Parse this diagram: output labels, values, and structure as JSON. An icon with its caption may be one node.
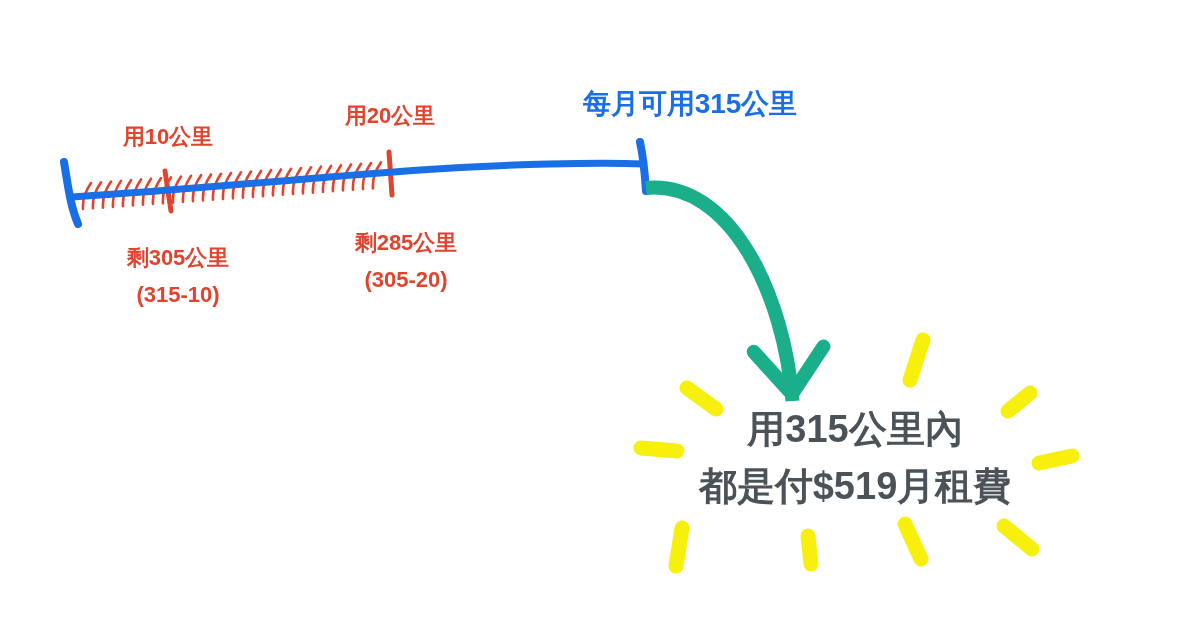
{
  "diagram": {
    "nodes": [
      {
        "text": [],
        "shape": "bar",
        "beside": [
          "用10公里",
          "用20公里",
          "每月可用315公里",
          "剩305公里 (315-10)",
          "剩285公里 (305-20)"
        ]
      },
      {
        "text": [
          "用315公里內",
          "都是付$519月租費"
        ]
      }
    ],
    "edges": [
      {
        "from": 0,
        "to": 1,
        "arrow": "to"
      }
    ]
  }
}
